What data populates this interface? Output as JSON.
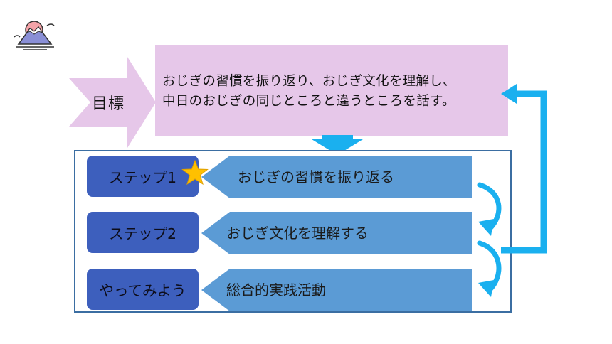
{
  "goal": {
    "label": "目標",
    "text_line_1": "おじぎの習慣を振り返り、おじぎ文化を理解し、",
    "text_line_2": "中日のおじぎの同じところと違うところを話す。"
  },
  "steps": [
    {
      "label": "ステップ1",
      "description": "おじぎの習慣を振り返る"
    },
    {
      "label": "ステップ2",
      "description": "おじぎ文化を理解する"
    },
    {
      "label": "やってみよう",
      "description": "総合的実践活動"
    }
  ],
  "colors": {
    "goal_arrow": "#e6c7e9",
    "goal_box": "#e6c7e9",
    "step_button": "#3d5fbd",
    "step_description": "#5b9bd5",
    "flow_arrow": "#1ab0ef",
    "panel_border": "#3b6ea2",
    "star": "#ffc000"
  },
  "icons": {
    "logo": "mount-fuji-icon",
    "current_step_marker": "star-icon"
  }
}
